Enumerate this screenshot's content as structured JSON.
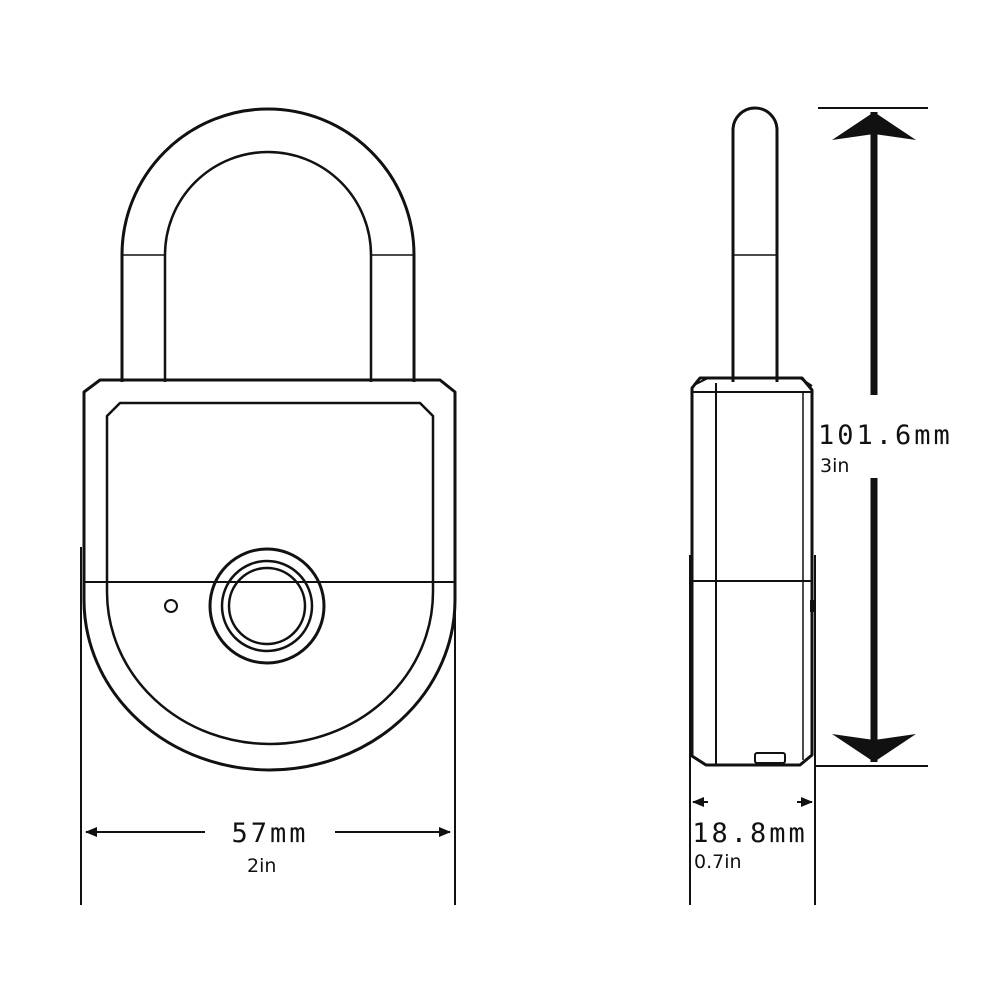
{
  "colors": {
    "line": "#111111",
    "background": "#ffffff"
  },
  "dimensions": {
    "width": {
      "metric": "57mm",
      "imperial": "2in"
    },
    "depth": {
      "metric": "18.8mm",
      "imperial": "0.7in"
    },
    "height": {
      "metric": "101.6mm",
      "imperial": "3in"
    }
  }
}
